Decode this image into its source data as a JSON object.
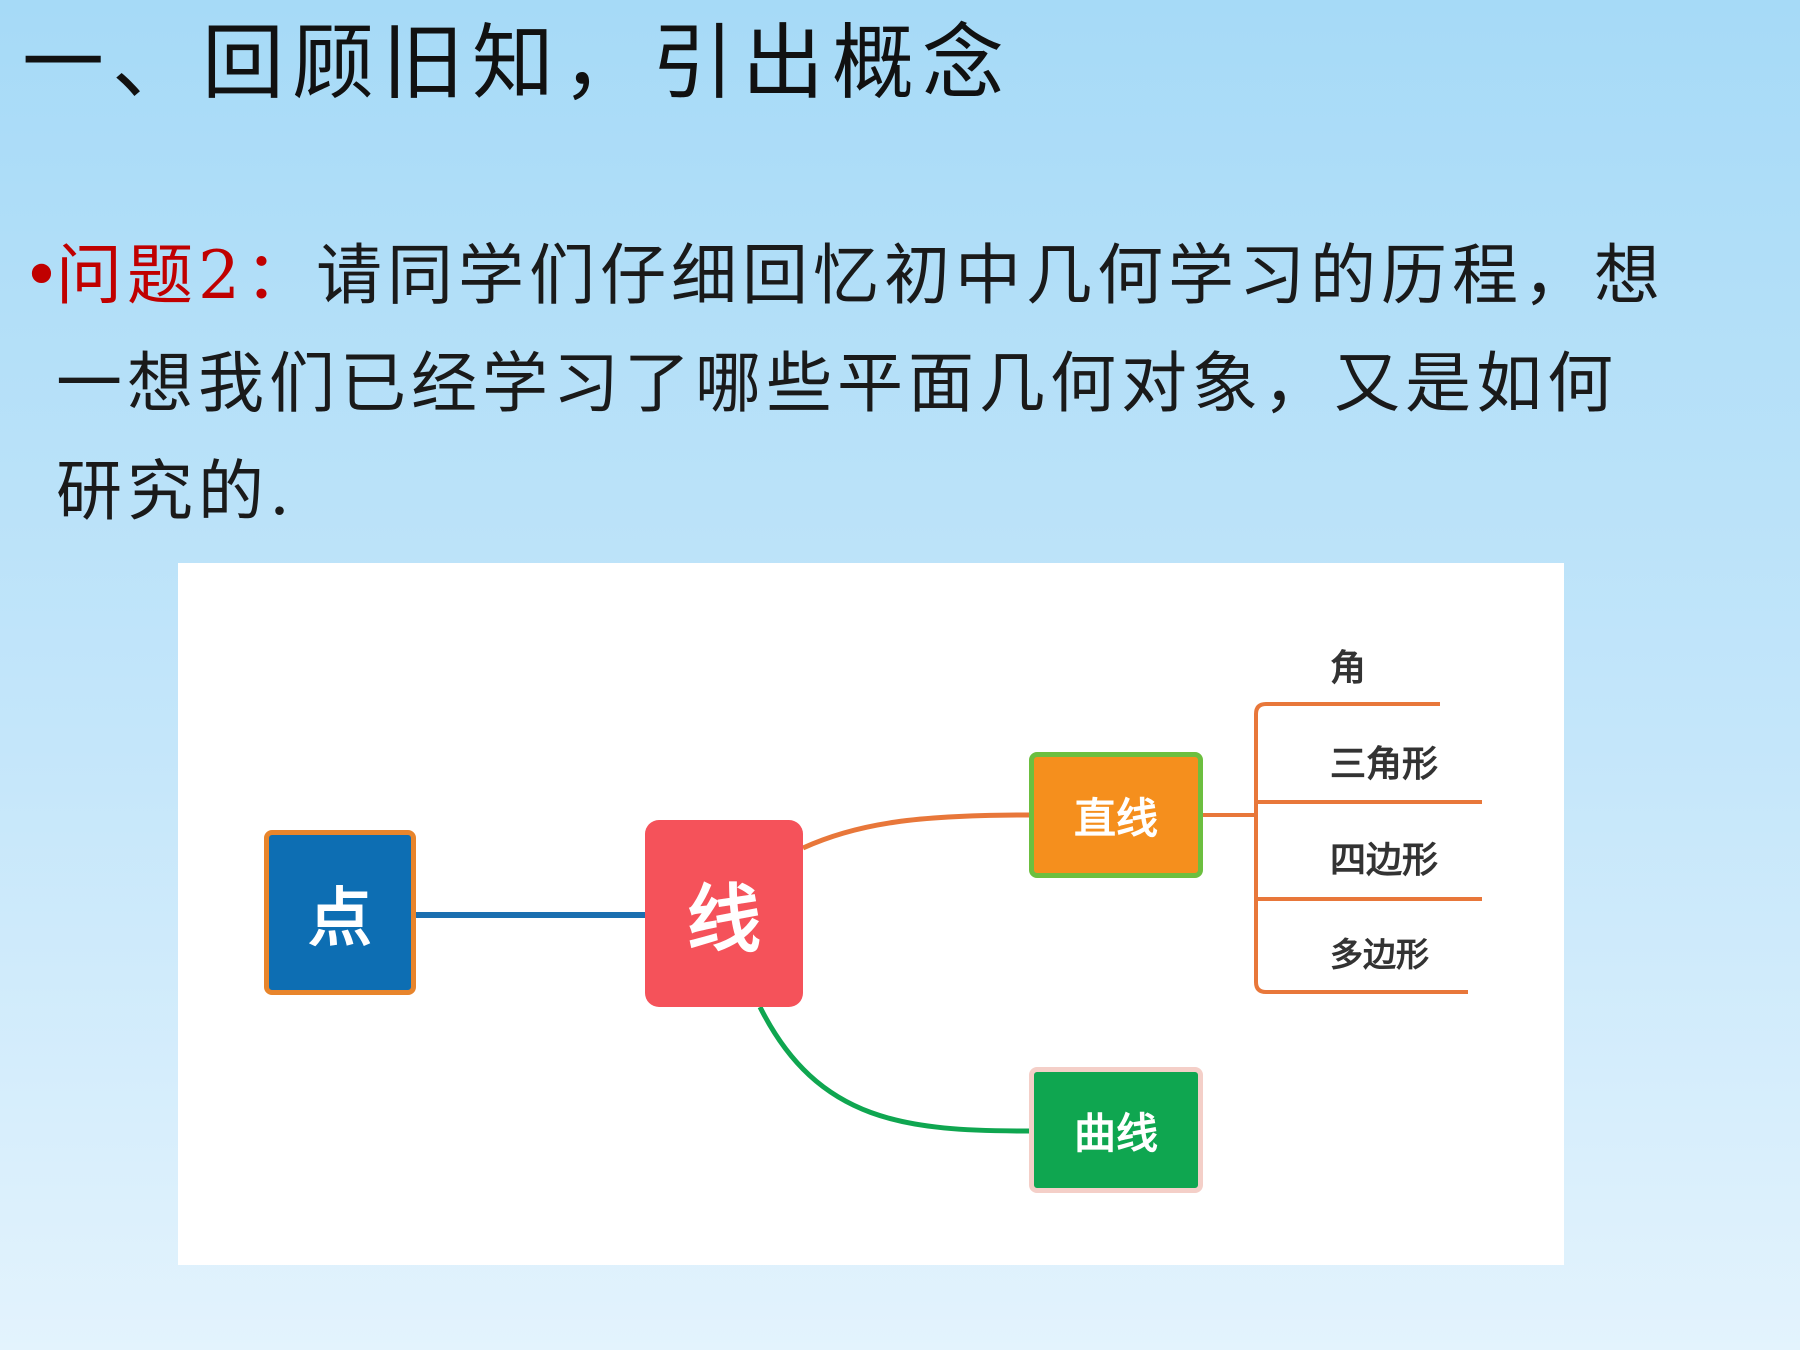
{
  "slide": {
    "title": "一、回顾旧知，引出概念",
    "bullet": "•",
    "question_label": "问题2：",
    "question_line1": "请同学们仔细回忆初中几何学习的历程，想",
    "question_line2": "一想我们已经学习了哪些平面几何对象，又是如何",
    "question_line3": "研究的."
  },
  "diagram": {
    "point": "点",
    "line": "线",
    "straight_line": "直线",
    "curve": "曲线",
    "leaves": [
      "角",
      "三角形",
      "四边形",
      "多边形"
    ],
    "colors": {
      "point_fill": "#0d6eb3",
      "point_border": "#e8852c",
      "line_fill": "#f5525a",
      "straight_fill": "#f58f1d",
      "straight_border": "#6cbf3f",
      "curve_fill": "#0fa650",
      "curve_border": "#f4cfc8",
      "connector_point_line": "#1a6fb0",
      "connector_orange": "#e8773a",
      "connector_green": "#0fa650"
    }
  }
}
